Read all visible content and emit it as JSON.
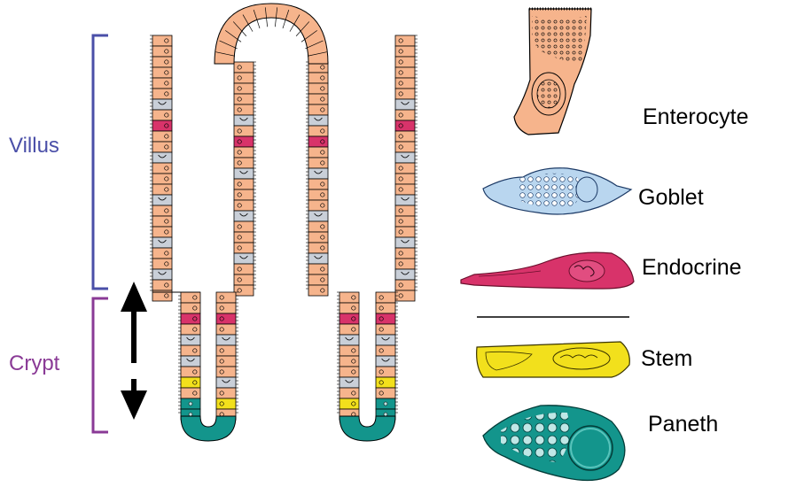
{
  "regions": {
    "villus": {
      "label": "Villus",
      "color": "#4a4fa8"
    },
    "crypt": {
      "label": "Crypt",
      "color": "#8a3a96"
    }
  },
  "cell_types": [
    {
      "label": "Enterocyte",
      "icon": "enterocyte-cell",
      "color": "#f6b48c"
    },
    {
      "label": "Goblet",
      "icon": "goblet-cell",
      "color": "#b9d6ef"
    },
    {
      "label": "Endocrine",
      "icon": "endocrine-cell",
      "color": "#d8336a"
    },
    {
      "label": "Stem",
      "icon": "stem-cell",
      "color": "#f2e01c"
    },
    {
      "label": "Paneth",
      "icon": "paneth-cell",
      "color": "#13958c"
    }
  ],
  "colors": {
    "enterocyte": "#f6b48c",
    "goblet": "#c9cfd8",
    "endocrine": "#d8336a",
    "stem": "#f2e01c",
    "paneth": "#13958c",
    "outline": "#000000"
  }
}
